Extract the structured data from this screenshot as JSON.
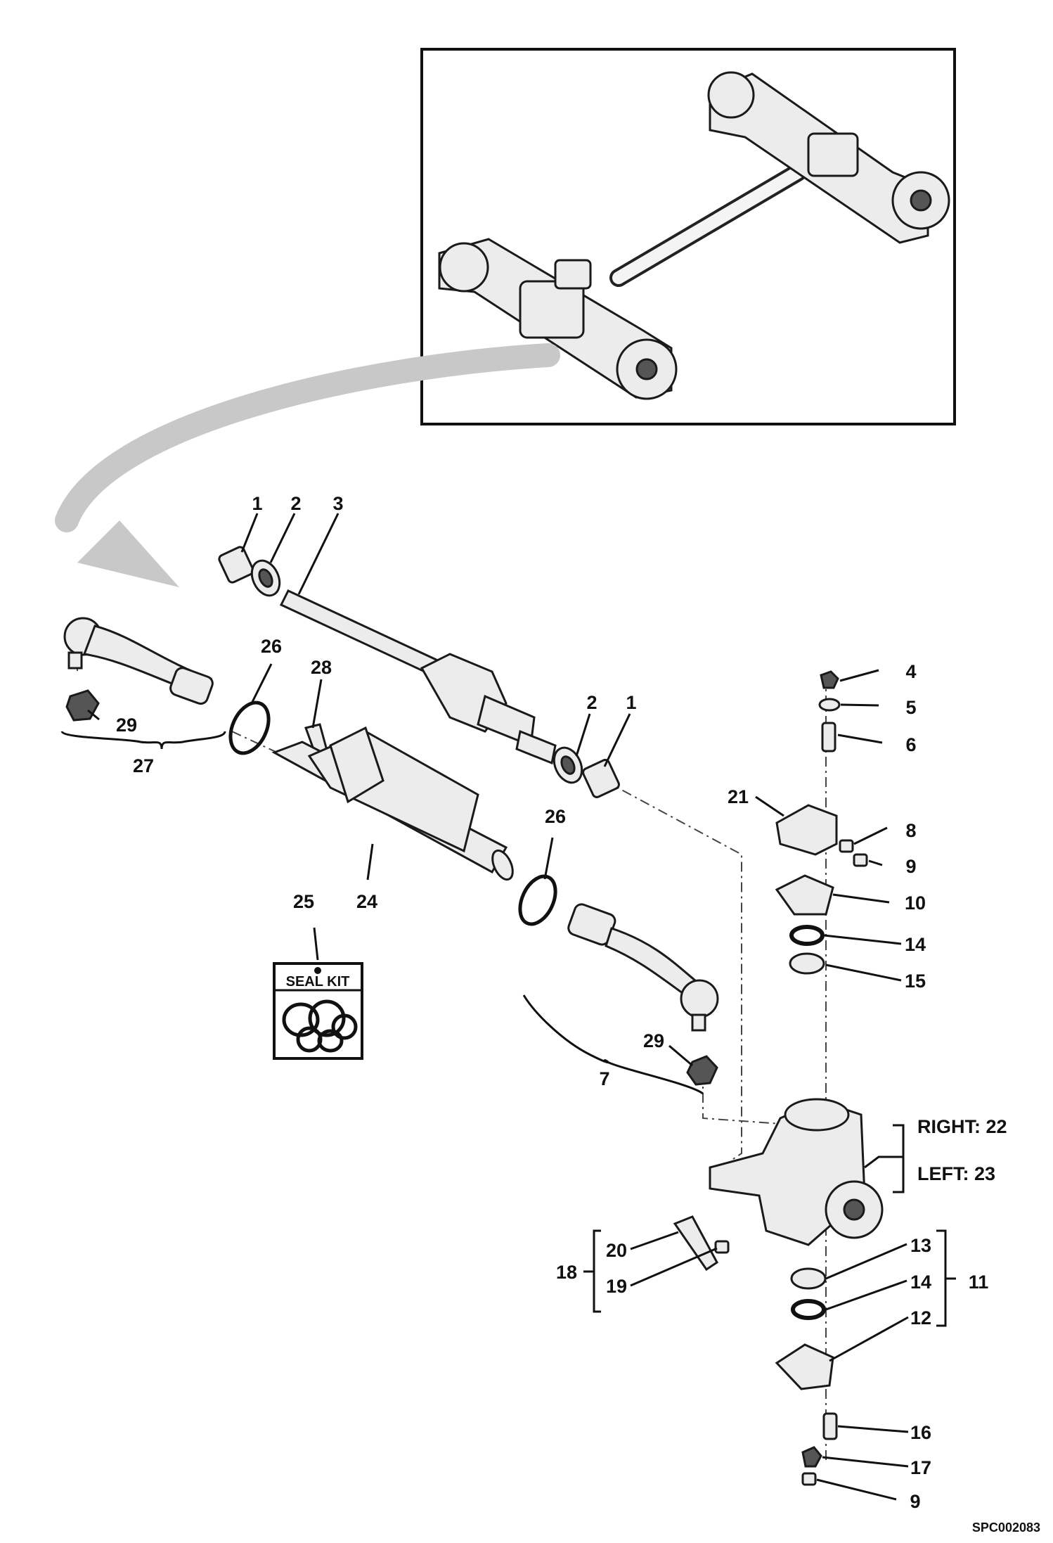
{
  "diagram": {
    "reference_code": "SPC002083",
    "seal_kit_label": "SEAL KIT",
    "side_labels": {
      "right": "RIGHT: 22",
      "left": "LEFT: 23"
    },
    "callouts": [
      {
        "id": "c1a",
        "text": "1"
      },
      {
        "id": "c2a",
        "text": "2"
      },
      {
        "id": "c3",
        "text": "3"
      },
      {
        "id": "c26a",
        "text": "26"
      },
      {
        "id": "c28",
        "text": "28"
      },
      {
        "id": "c29a",
        "text": "29"
      },
      {
        "id": "c27",
        "text": "27"
      },
      {
        "id": "c2b",
        "text": "2"
      },
      {
        "id": "c1b",
        "text": "1"
      },
      {
        "id": "c26b",
        "text": "26"
      },
      {
        "id": "c24",
        "text": "24"
      },
      {
        "id": "c25",
        "text": "25"
      },
      {
        "id": "c29b",
        "text": "29"
      },
      {
        "id": "c7",
        "text": "7"
      },
      {
        "id": "c4",
        "text": "4"
      },
      {
        "id": "c5",
        "text": "5"
      },
      {
        "id": "c6",
        "text": "6"
      },
      {
        "id": "c21",
        "text": "21"
      },
      {
        "id": "c8",
        "text": "8"
      },
      {
        "id": "c9a",
        "text": "9"
      },
      {
        "id": "c10",
        "text": "10"
      },
      {
        "id": "c14a",
        "text": "14"
      },
      {
        "id": "c15",
        "text": "15"
      },
      {
        "id": "c20",
        "text": "20"
      },
      {
        "id": "c18",
        "text": "18"
      },
      {
        "id": "c19",
        "text": "19"
      },
      {
        "id": "c13",
        "text": "13"
      },
      {
        "id": "c14b",
        "text": "14"
      },
      {
        "id": "c11",
        "text": "11"
      },
      {
        "id": "c12",
        "text": "12"
      },
      {
        "id": "c16",
        "text": "16"
      },
      {
        "id": "c17",
        "text": "17"
      },
      {
        "id": "c9b",
        "text": "9"
      }
    ]
  }
}
